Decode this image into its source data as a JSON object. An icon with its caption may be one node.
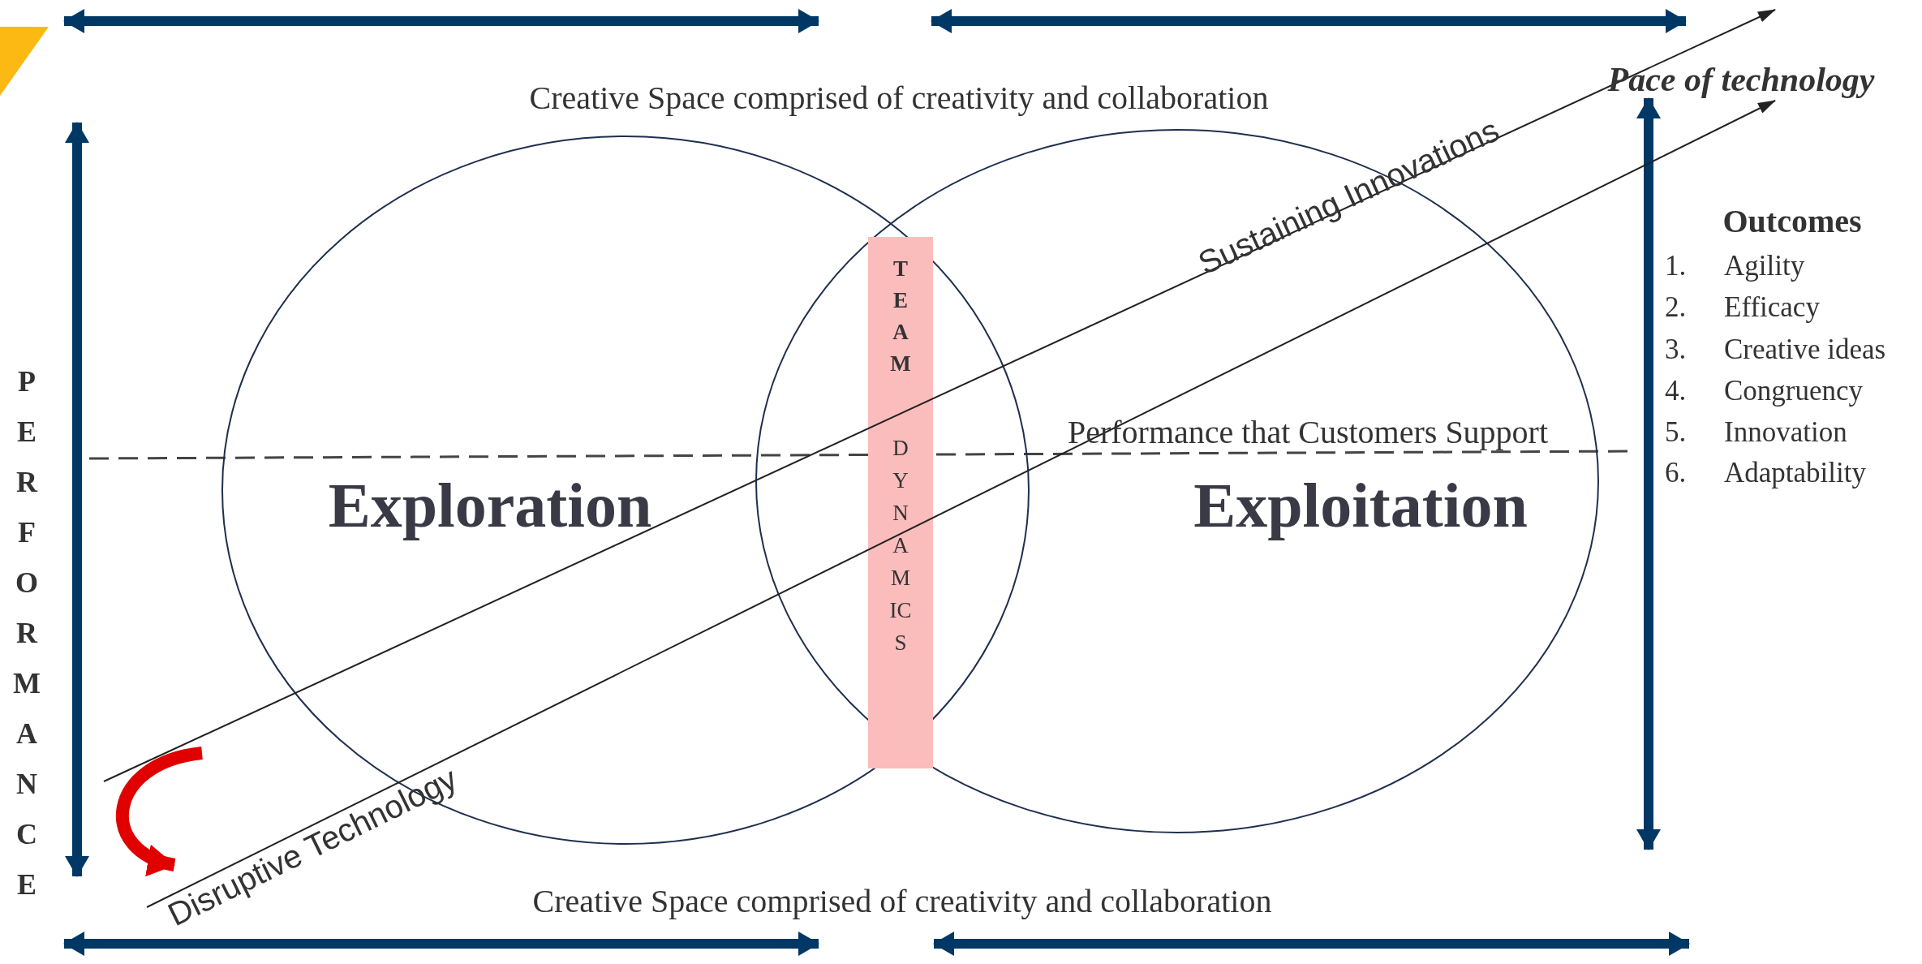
{
  "diagram": {
    "nodes": [
      {
        "text": [
          "Exploration"
        ]
      },
      {
        "text": [
          "Exploitation"
        ]
      },
      {
        "text": [
          "TEAM",
          "DYNAMICS"
        ]
      }
    ],
    "labels": [
      "Pace of technology",
      "Creative Space comprised of creativity and collaboration",
      "Sustaining Innovations",
      "Outcomes",
      "1.",
      "Agility",
      "2.",
      "Efficacy",
      "3.",
      "Creative ideas",
      "4.",
      "Congruency",
      "5.",
      "Innovation",
      "6.",
      "Adaptability",
      "PERFORMANCE",
      "Performance that Customers Support",
      "Disruptive Technology",
      "Creative Space comprised of creativity and collaboration"
    ]
  }
}
